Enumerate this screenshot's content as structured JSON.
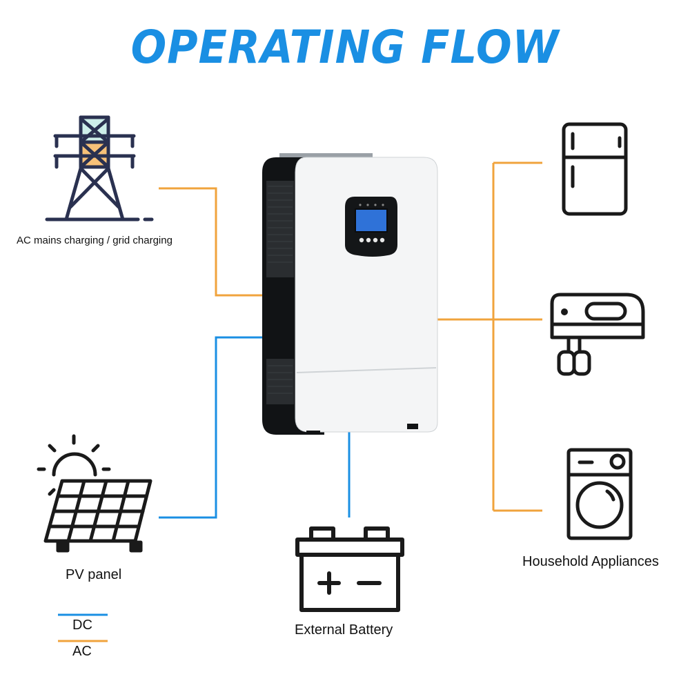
{
  "title": "OPERATING FLOW",
  "title_color": "#1a8fe3",
  "labels": {
    "grid": "AC mains charging / grid charging",
    "pv": "PV panel",
    "battery": "External Battery",
    "appliances": "Household Appliances"
  },
  "legend": [
    {
      "label": "DC",
      "color": "#1a8fe3"
    },
    {
      "label": "AC",
      "color": "#f0a33c"
    }
  ],
  "icons": {
    "grid": "transmission-tower-icon",
    "pv": "solar-panel-icon",
    "battery": "battery-icon",
    "fridge": "refrigerator-icon",
    "rice_cooker": "rice-cooker-icon",
    "washer": "washing-machine-icon",
    "inverter": "inverter-device"
  }
}
